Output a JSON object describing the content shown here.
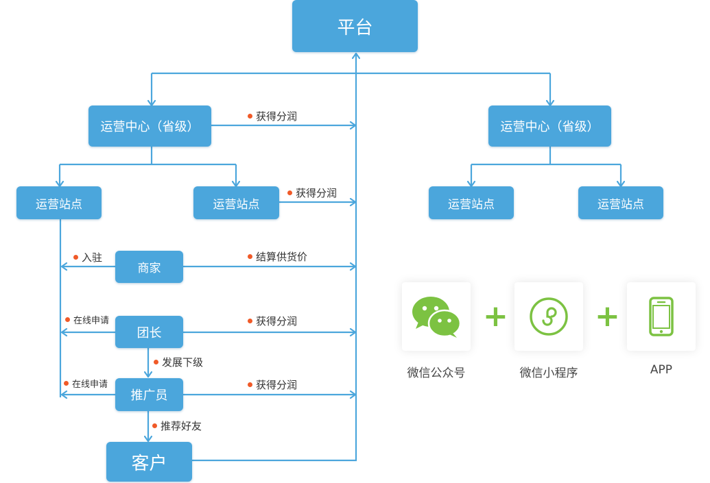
{
  "nodes": {
    "platform": "平台",
    "center_left": "运营中心（省级）",
    "center_right": "运营中心（省级）",
    "station_1": "运营站点",
    "station_2": "运营站点",
    "station_3": "运营站点",
    "station_4": "运营站点",
    "merchant": "商家",
    "leader": "团长",
    "promoter": "推广员",
    "customer": "客户"
  },
  "edge_labels": {
    "center_profit": "获得分润",
    "station_profit": "获得分润",
    "merchant_settle": "结算供货价",
    "merchant_join": "入驻",
    "leader_apply": "在线申请",
    "leader_profit": "获得分润",
    "leader_develop": "发展下级",
    "promoter_apply": "在线申请",
    "promoter_profit": "获得分润",
    "promoter_recommend": "推荐好友"
  },
  "channels": [
    {
      "label": "微信公众号",
      "icon": "wechat-icon"
    },
    {
      "label": "微信小程序",
      "icon": "mini-program-icon"
    },
    {
      "label": "APP",
      "icon": "phone-app-icon"
    }
  ],
  "plus_sign": "+",
  "colors": {
    "node_fill": "#4ba6dc",
    "line": "#4ba6dc",
    "bullet": "#f05a28",
    "accent_green": "#7cc242"
  }
}
